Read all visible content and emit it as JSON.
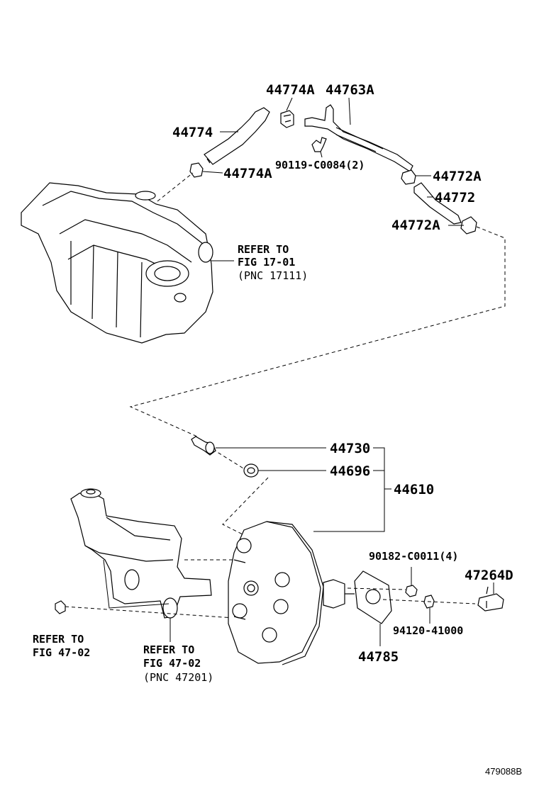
{
  "parts": {
    "p44774A_top": "44774A",
    "p44763A": "44763A",
    "p44774": "44774",
    "p90119": "90119-C0084(2)",
    "p44774A_low": "44774A",
    "p44772A_top": "44772A",
    "p44772": "44772",
    "p44772A_low": "44772A",
    "p44730": "44730",
    "p44696": "44696",
    "p44610": "44610",
    "p90182": "90182-C0011(4)",
    "p47264D": "47264D",
    "p94120": "94120-41000",
    "p44785": "44785"
  },
  "refs": {
    "manifold": {
      "line1": "REFER TO",
      "line2": "FIG 17-01",
      "line3": "(PNC 17111)"
    },
    "left": {
      "line1": "REFER TO",
      "line2": "FIG 47-02"
    },
    "master": {
      "line1": "REFER TO",
      "line2": "FIG 47-02",
      "line3": "(PNC 47201)"
    }
  },
  "figure_id": "479088B"
}
